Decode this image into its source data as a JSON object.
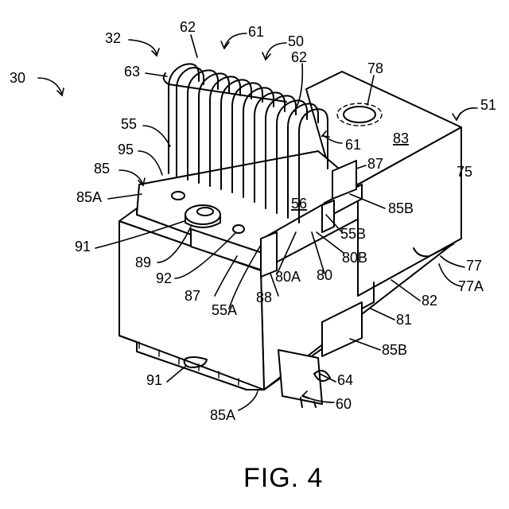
{
  "figure": {
    "caption": "FIG. 4",
    "refs": {
      "r30": "30",
      "r32": "32",
      "r62a": "62",
      "r61a": "61",
      "r50": "50",
      "r63": "63",
      "r78": "78",
      "r51": "51",
      "r62b": "62",
      "r55": "55",
      "r61b": "61",
      "r83": "83",
      "r95": "95",
      "r87a": "87",
      "r75": "75",
      "r85": "85",
      "r85a1": "85A",
      "r56": "56",
      "r85b1": "85B",
      "r55b": "55B",
      "r91a": "91",
      "r80b": "80B",
      "r77": "77",
      "r89": "89",
      "r80a": "80A",
      "r80": "80",
      "r77a": "77A",
      "r92": "92",
      "r87b": "87",
      "r88": "88",
      "r82": "82",
      "r55a": "55A",
      "r81": "81",
      "r85b2": "85B",
      "r91b": "91",
      "r64": "64",
      "r85a2": "85A",
      "r60": "60"
    }
  }
}
